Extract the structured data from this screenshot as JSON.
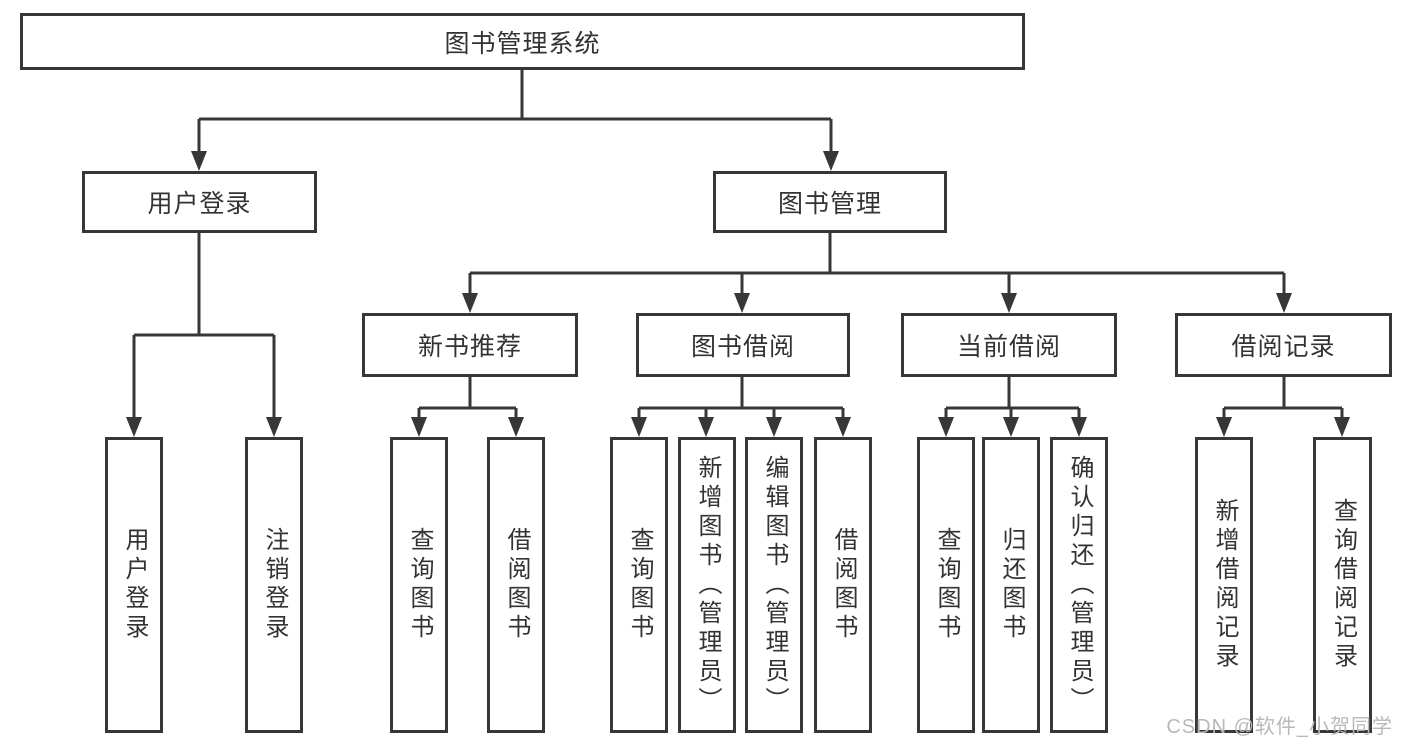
{
  "diagram_type": "hierarchy-tree",
  "colors": {
    "line": "#373737",
    "text": "#333333",
    "box_background": "#ffffff",
    "watermark": "#b9b9b9"
  },
  "tree": {
    "root": {
      "label": "图书管理系统",
      "children": [
        {
          "label": "用户登录",
          "children": [
            {
              "label": "用户登录"
            },
            {
              "label": "注销登录"
            }
          ]
        },
        {
          "label": "图书管理",
          "children": [
            {
              "label": "新书推荐",
              "children": [
                {
                  "label": "查询图书"
                },
                {
                  "label": "借阅图书"
                }
              ]
            },
            {
              "label": "图书借阅",
              "children": [
                {
                  "label": "查询图书"
                },
                {
                  "label": "新增图书（管理员）"
                },
                {
                  "label": "编辑图书（管理员）"
                },
                {
                  "label": "借阅图书"
                }
              ]
            },
            {
              "label": "当前借阅",
              "children": [
                {
                  "label": "查询图书"
                },
                {
                  "label": "归还图书"
                },
                {
                  "label": "确认归还（管理员）"
                }
              ]
            },
            {
              "label": "借阅记录",
              "children": [
                {
                  "label": "新增借阅记录"
                },
                {
                  "label": "查询借阅记录"
                }
              ]
            }
          ]
        }
      ]
    }
  },
  "watermark": {
    "text": "CSDN @软件_小贺同学"
  }
}
